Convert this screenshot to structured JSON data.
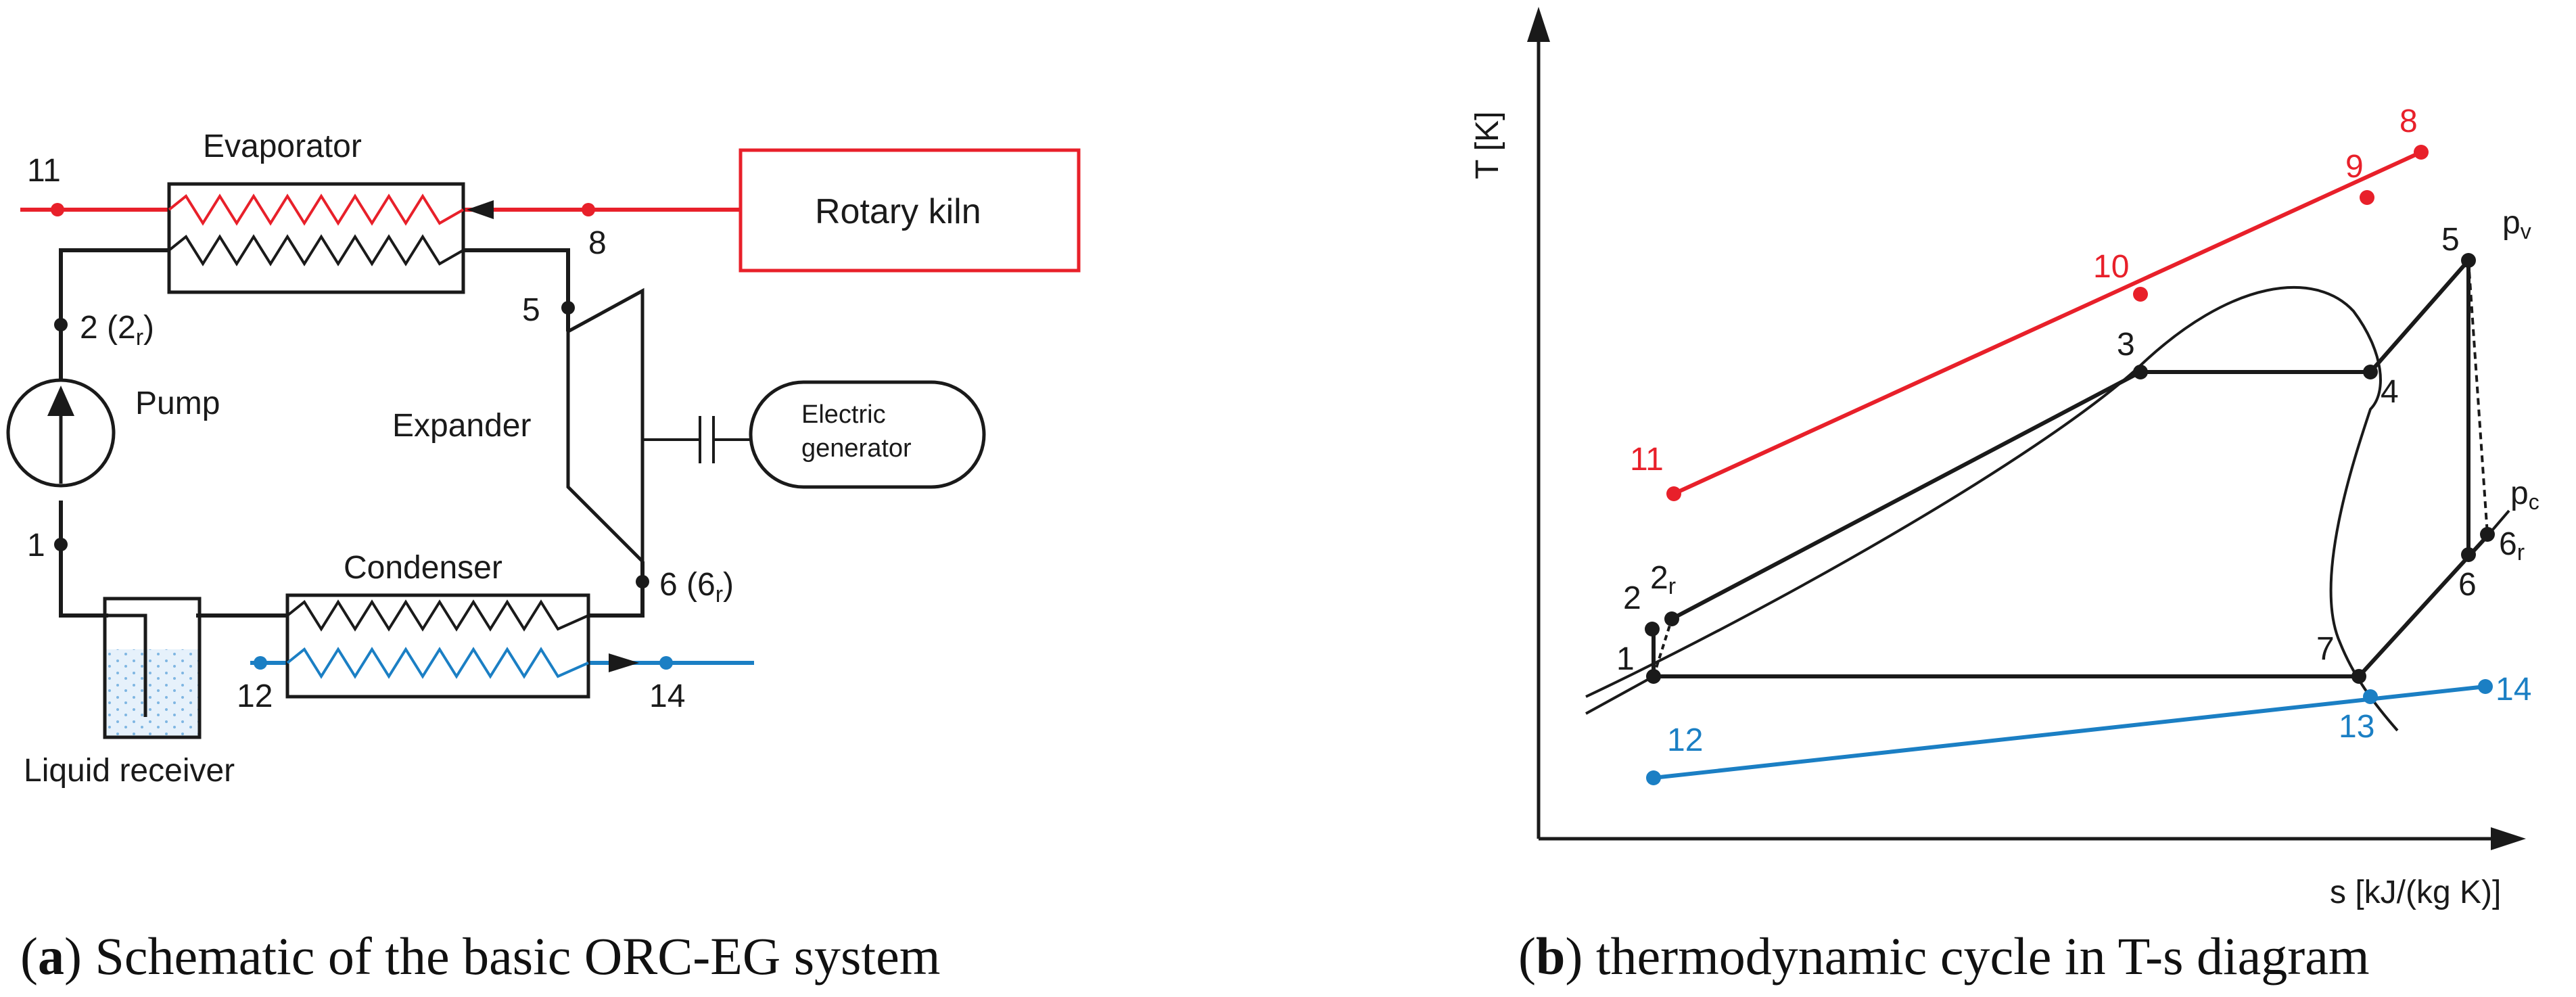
{
  "schematic": {
    "evaporator": "Evaporator",
    "rotary_kiln": "Rotary kiln",
    "pump": "Pump",
    "expander": "Expander",
    "electric_generator_line1": "Electric",
    "electric_generator_line2": "generator",
    "condenser": "Condenser",
    "liquid_receiver": "Liquid receiver",
    "state_1": "1",
    "state_2": "2 (2",
    "state_2_sub": "r",
    "state_2_close": ")",
    "state_5": "5",
    "state_6": "6 (6",
    "state_6_sub": "r",
    "state_6_close": ")",
    "state_8": "8",
    "state_11": "11",
    "state_12": "12",
    "state_14": "14"
  },
  "ts_diagram": {
    "y_axis_label": "T [K]",
    "x_axis_label": "s [kJ/(kg K)]",
    "labels": {
      "p1": "1",
      "p2": "2",
      "p2r": "2",
      "p2r_sub": "r",
      "p3": "3",
      "p4": "4",
      "p5": "5",
      "p6": "6",
      "p6r": "6",
      "p6r_sub": "r",
      "p7": "7",
      "p8": "8",
      "p9": "9",
      "p10": "10",
      "p11": "11",
      "p12": "12",
      "p13": "13",
      "p14": "14",
      "pv": "p",
      "pv_sub": "v",
      "pc": "p",
      "pc_sub": "c"
    }
  },
  "captions": {
    "a_letter": "a",
    "a_text": ") Schematic of the basic ORC-EG system",
    "b_letter": "b",
    "b_text": ") thermodynamic cycle in T-s diagram"
  },
  "colors": {
    "heat_source": "#e8202a",
    "cooling_water": "#1b7fc4",
    "working_fluid": "#1a1a1a"
  }
}
